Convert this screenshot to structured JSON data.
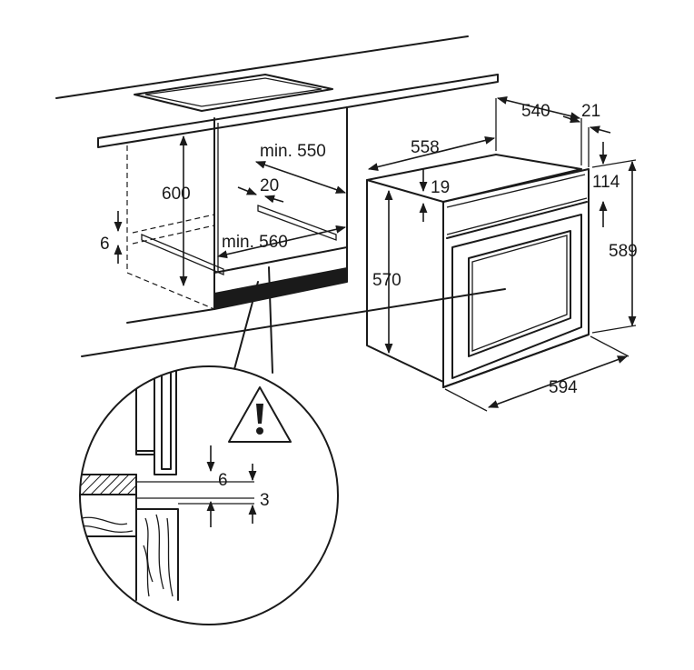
{
  "labels": {
    "cab_height": "600",
    "cab_depth": "min. 550",
    "cab_gap": "20",
    "cab_width": "min. 560",
    "cab_shelf": "6",
    "oven_depth_total": "540",
    "oven_front": "21",
    "oven_depth_body": "558",
    "oven_top_offset": "19",
    "oven_panel": "114",
    "oven_body_height": "570",
    "oven_front_height": "589",
    "oven_width": "594",
    "detail_gap_6": "6",
    "detail_gap_3": "3"
  },
  "icons": {
    "warning": "warning-triangle-icon"
  },
  "colors": {
    "line": "#1a1a1a",
    "background": "#ffffff"
  }
}
